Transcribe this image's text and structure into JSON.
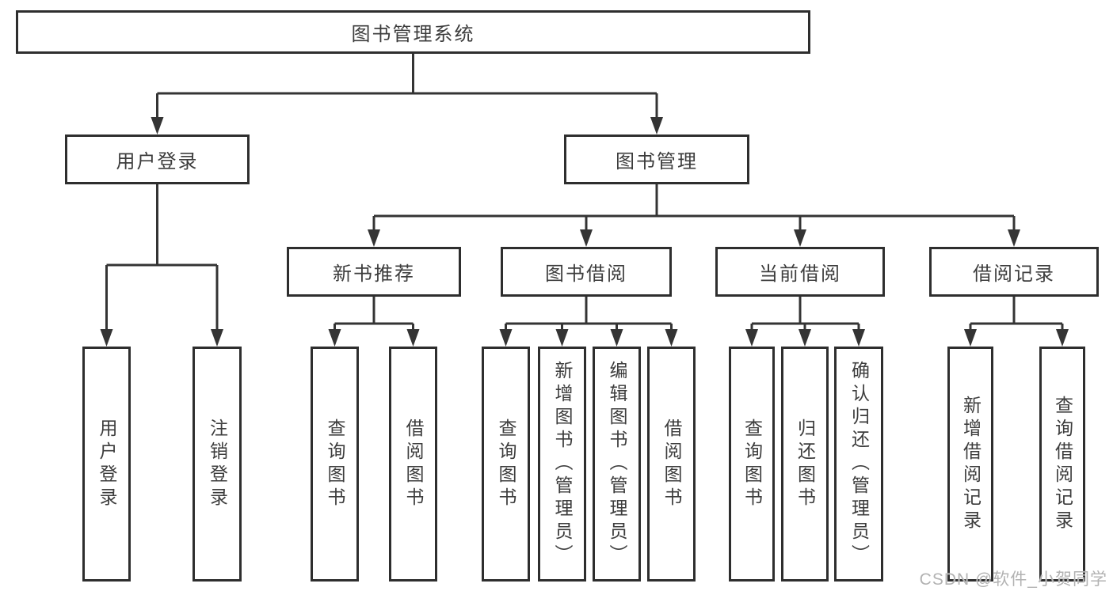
{
  "diagram": {
    "root": {
      "label": "图书管理系统"
    },
    "level2": [
      {
        "id": "user-login",
        "label": "用户登录"
      },
      {
        "id": "book-management",
        "label": "图书管理"
      }
    ],
    "level3": [
      {
        "id": "new-book-recommendation",
        "label": "新书推荐"
      },
      {
        "id": "book-borrowing",
        "label": "图书借阅"
      },
      {
        "id": "current-borrowing",
        "label": "当前借阅"
      },
      {
        "id": "borrowing-records",
        "label": "借阅记录"
      }
    ],
    "leaves": [
      {
        "label": "用户登录"
      },
      {
        "label": "注销登录"
      },
      {
        "label": "查询图书"
      },
      {
        "label": "借阅图书"
      },
      {
        "label": "查询图书"
      },
      {
        "label": "新增图书（管理员）"
      },
      {
        "label": "编辑图书（管理员）"
      },
      {
        "label": "借阅图书"
      },
      {
        "label": "查询图书"
      },
      {
        "label": "归还图书"
      },
      {
        "label": "确认归还（管理员）"
      },
      {
        "label": "新增借阅记录"
      },
      {
        "label": "查询借阅记录"
      }
    ],
    "watermark": "CSDN @软件_小贺同学",
    "colors": {
      "line": "#343434",
      "border": "#2e2e2e",
      "text": "#3d3d3d",
      "watermark": "#b2b2b2",
      "background": "#ffffff"
    }
  }
}
